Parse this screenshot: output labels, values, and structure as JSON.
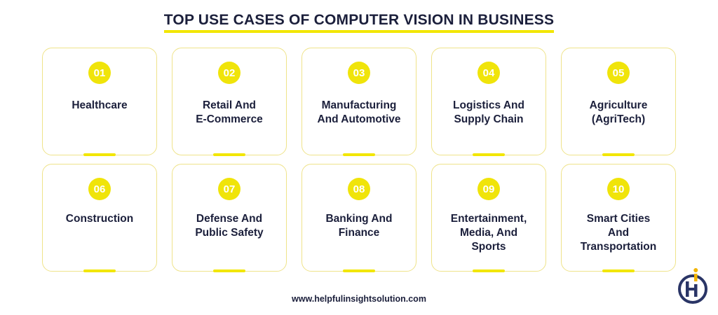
{
  "header": {
    "title": "TOP USE CASES OF COMPUTER VISION IN BUSINESS"
  },
  "cards": [
    {
      "number": "01",
      "lines": [
        "Healthcare"
      ]
    },
    {
      "number": "02",
      "lines": [
        "Retail And",
        "E-Commerce"
      ]
    },
    {
      "number": "03",
      "lines": [
        "Manufacturing",
        "And Automotive"
      ]
    },
    {
      "number": "04",
      "lines": [
        "Logistics And",
        "Supply Chain"
      ]
    },
    {
      "number": "05",
      "lines": [
        "Agriculture",
        "(AgriTech)"
      ]
    },
    {
      "number": "06",
      "lines": [
        "Construction"
      ]
    },
    {
      "number": "07",
      "lines": [
        "Defense And",
        "Public Safety"
      ]
    },
    {
      "number": "08",
      "lines": [
        "Banking And",
        "Finance"
      ]
    },
    {
      "number": "09",
      "lines": [
        "Entertainment,",
        "Media, And",
        "Sports"
      ]
    },
    {
      "number": "10",
      "lines": [
        "Smart Cities",
        "And",
        "Transportation"
      ]
    }
  ],
  "footer": {
    "url": "www.helpfulinsightsolution.com"
  },
  "colors": {
    "accent": "#f2e600",
    "text": "#1b1f3b",
    "card_border": "#efe38a",
    "logo": "#2a3566"
  },
  "logo": {
    "icon": "brand-logo-icon"
  }
}
